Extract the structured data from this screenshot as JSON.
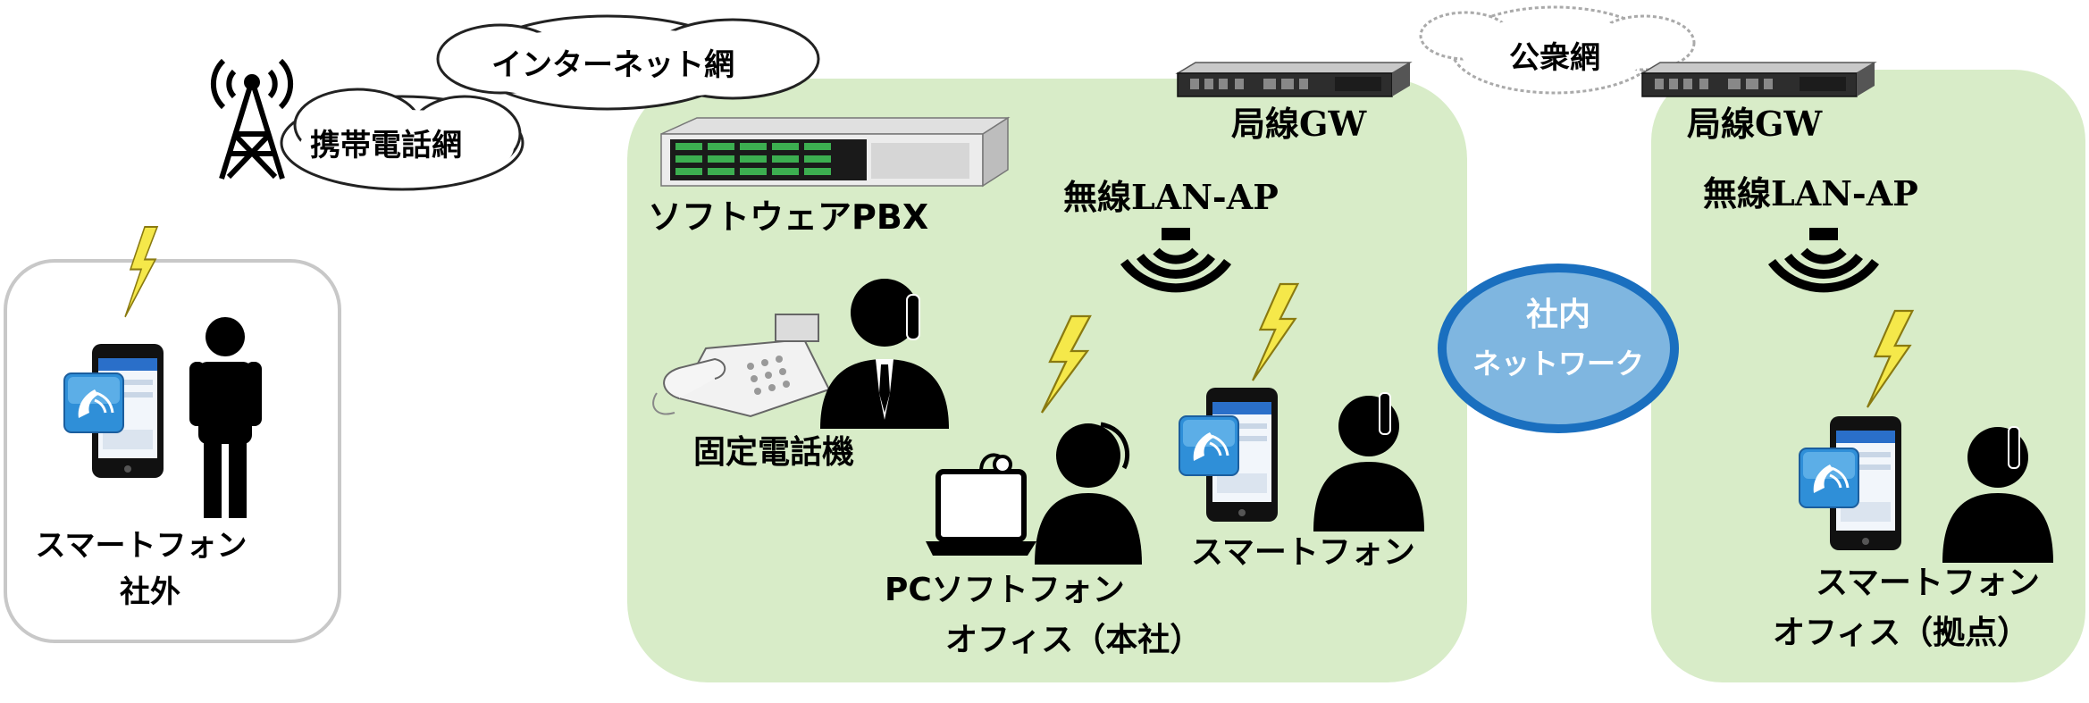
{
  "clouds": {
    "internet": "インターネット網",
    "mobile": "携帯電話網",
    "public": "公衆網"
  },
  "outside": {
    "device_label": "スマートフォン",
    "area_label": "社外"
  },
  "head_office": {
    "pbx_label": "ソフトウェアPBX",
    "gw_label": "局線GW",
    "ap_label": "無線LAN-AP",
    "desk_phone_label": "固定電話機",
    "pc_softphone_label": "PCソフトフォン",
    "smartphone_label": "スマートフォン",
    "area_label": "オフィス（本社）"
  },
  "network": {
    "line1": "社内",
    "line2": "ネットワーク"
  },
  "branch": {
    "gw_label": "局線GW",
    "ap_label": "無線LAN-AP",
    "smartphone_label": "スマートフォン",
    "area_label": "オフィス（拠点）"
  },
  "colors": {
    "zone_fill": "#d8ecc8",
    "network_fill": "#7fb6e0",
    "network_stroke": "#1a6fbf",
    "bolt_fill": "#f5e84a"
  }
}
